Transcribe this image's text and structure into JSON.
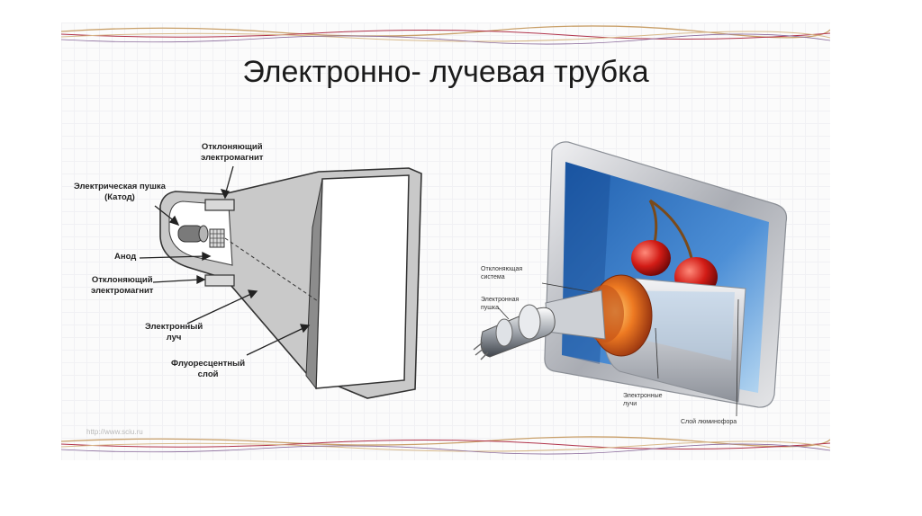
{
  "title": "Электронно- лучевая трубка",
  "left_diagram": {
    "labels": {
      "deflecting_top_1": "Отклоняющий",
      "deflecting_top_2": "электромагнит",
      "gun_1": "Электрическая пушка",
      "gun_2": "(Катод)",
      "anode": "Анод",
      "deflecting_bottom_1": "Отклоняющий",
      "deflecting_bottom_2": "электромагнит",
      "beam_1": "Электронный",
      "beam_2": "луч",
      "fluorescent_1": "Флуоресцентный",
      "fluorescent_2": "слой"
    }
  },
  "right_diagram": {
    "labels": {
      "deflection_system_1": "Отклоняющая",
      "deflection_system_2": "система",
      "electron_gun_1": "Электронная",
      "electron_gun_2": "пушка",
      "electron_beams_1": "Электронные",
      "electron_beams_2": "лучи",
      "phosphor_layer": "Слой люминофора"
    }
  },
  "watermark": "http://www.sciu.ru"
}
